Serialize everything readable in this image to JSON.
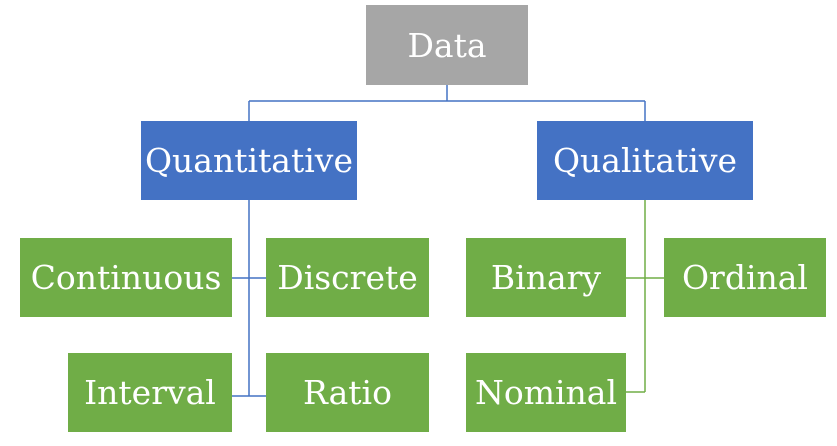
{
  "diagram": {
    "root": {
      "label": "Data"
    },
    "branches": [
      {
        "label": "Quantitative",
        "leaves": [
          "Continuous",
          "Discrete",
          "Interval",
          "Ratio"
        ]
      },
      {
        "label": "Qualitative",
        "leaves": [
          "Binary",
          "Ordinal",
          "Nominal"
        ]
      }
    ],
    "colors": {
      "root": "#a6a6a6",
      "branch": "#4472c4",
      "leaf": "#70ad47",
      "connector": "#4472c4",
      "text": "#ffffff"
    }
  }
}
